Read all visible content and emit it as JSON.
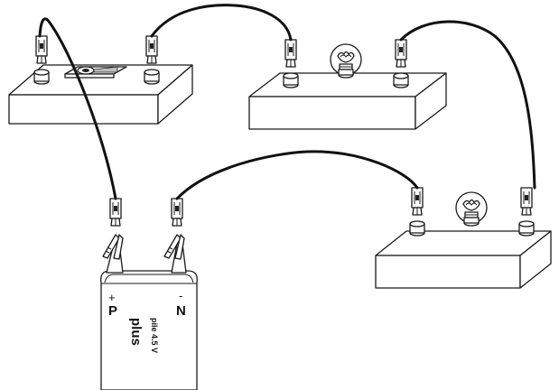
{
  "battery": {
    "positive_sign": "+",
    "negative_sign": "-",
    "positive_letter": "P",
    "negative_letter": "N",
    "voltage_label": "pile 4.5 V",
    "brand_label": "plus"
  }
}
